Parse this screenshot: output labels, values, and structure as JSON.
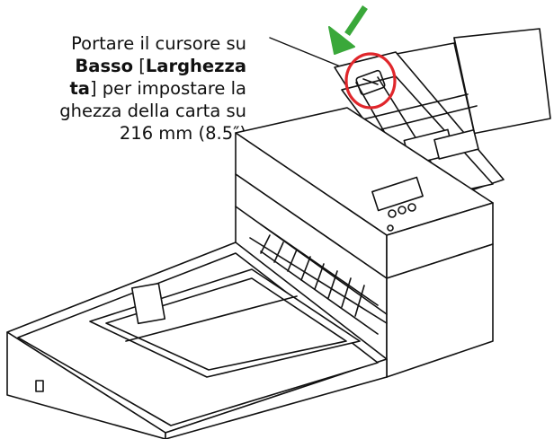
{
  "caption": {
    "line1": "Portare il cursore su",
    "line2_bold_a": "Basso",
    "line2_plain": " [",
    "line2_bold_b": "Larghezza",
    "line3_bold": "ta",
    "line3_plain": "] per impostare la",
    "line4": "ghezza della carta su",
    "line5": "216 mm (8.5″)"
  },
  "colors": {
    "arrow": "#3aa83a",
    "highlight_circle": "#e0262b",
    "line": "#111111"
  },
  "icons": [
    "scanner-illustration",
    "down-arrow-icon",
    "highlight-circle"
  ]
}
